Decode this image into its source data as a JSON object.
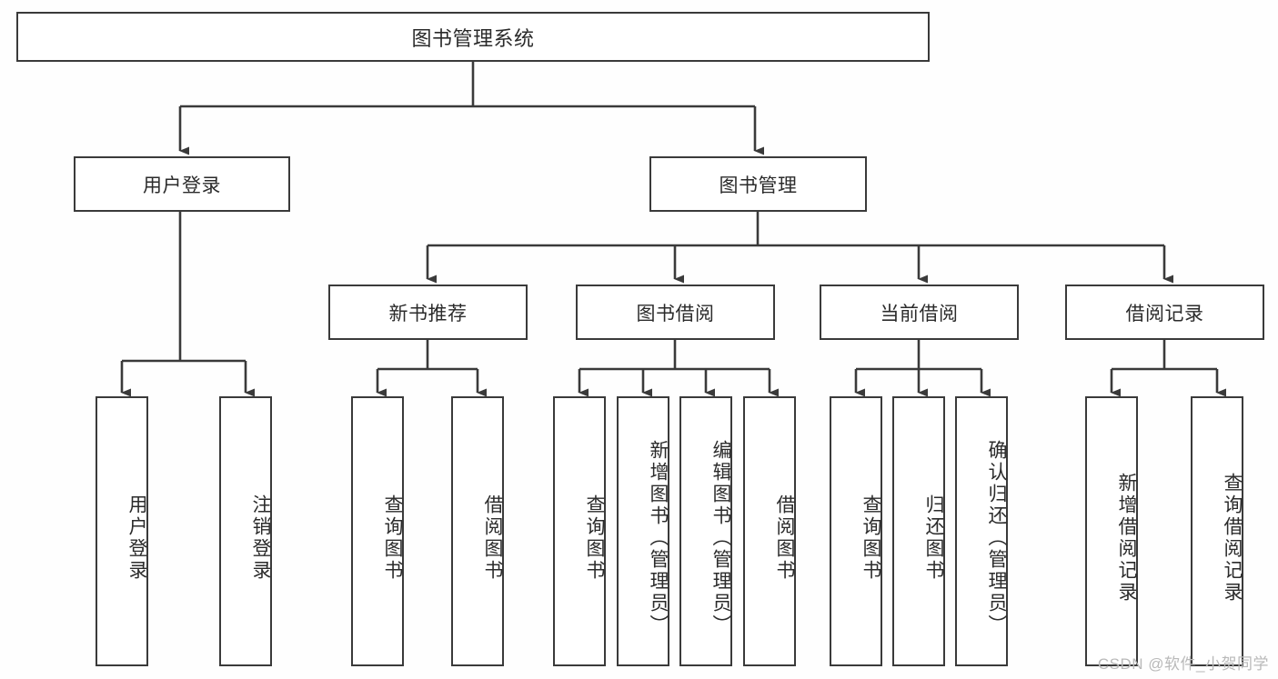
{
  "diagram": {
    "type": "tree",
    "title": "图书管理系统",
    "root": {
      "label": "图书管理系统"
    },
    "level1": [
      {
        "label": "用户登录"
      },
      {
        "label": "图书管理"
      }
    ],
    "level2": [
      {
        "label": "新书推荐",
        "parent": "图书管理"
      },
      {
        "label": "图书借阅",
        "parent": "图书管理"
      },
      {
        "label": "当前借阅",
        "parent": "图书管理"
      },
      {
        "label": "借阅记录",
        "parent": "图书管理"
      }
    ],
    "leaves": {
      "user_login": [
        {
          "label": "用户登录"
        },
        {
          "label": "注销登录"
        }
      ],
      "new_book": [
        {
          "label": "查询图书"
        },
        {
          "label": "借阅图书"
        }
      ],
      "borrow": [
        {
          "label": "查询图书"
        },
        {
          "label": "新增图书（管理员）"
        },
        {
          "label": "编辑图书（管理员）"
        },
        {
          "label": "借阅图书"
        }
      ],
      "current": [
        {
          "label": "查询图书"
        },
        {
          "label": "归还图书"
        },
        {
          "label": "确认归还（管理员）"
        }
      ],
      "records": [
        {
          "label": "新增借阅记录"
        },
        {
          "label": "查询借阅记录"
        }
      ]
    }
  },
  "watermark": {
    "text": "CSDN @软件_小贺同学"
  },
  "colors": {
    "stroke": "#3a3a3a",
    "box_fill": "#ffffff",
    "text": "#2b2b2b",
    "background": "#fefefe",
    "watermark": "#b9b9b9"
  }
}
